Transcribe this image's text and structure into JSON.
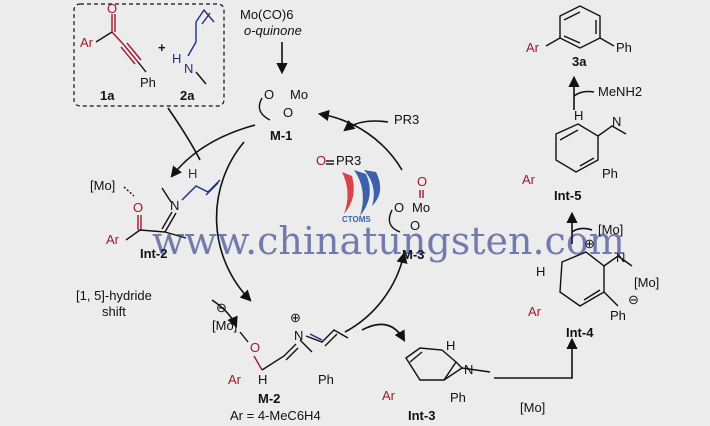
{
  "reactants": {
    "r1_ar": "Ar",
    "r1_o": "O",
    "r1_ph": "Ph",
    "plus": "+",
    "r2_h": "H",
    "r2_n": "N",
    "label_1a": "1a",
    "label_2a": "2a"
  },
  "catalyst": {
    "line1": "Mo(CO)6",
    "line2": "o-quinone"
  },
  "m1": {
    "o1": "O",
    "mo": "Mo",
    "o2": "O",
    "label": "M-1"
  },
  "pr3": "PR3",
  "opr3": {
    "o": "O",
    "pr": "PR3"
  },
  "m3": {
    "o_top": "O",
    "o": "O",
    "mo": "Mo",
    "o2": "O",
    "label": "M-3"
  },
  "int2": {
    "mo": "[Mo]",
    "o": "O",
    "n": "N",
    "h": "H",
    "ar": "Ar",
    "label": "Int-2"
  },
  "shift": {
    "line1": "[1, 5]-hydride",
    "line2": "shift"
  },
  "m2": {
    "minus": "⊖",
    "mo": "[Mo]",
    "o": "O",
    "plus": "⊕",
    "n": "N",
    "ar": "Ar",
    "h": "H",
    "ph": "Ph",
    "label": "M-2",
    "ar_def": "Ar = 4-MeC6H4"
  },
  "int3": {
    "ar": "Ar",
    "h": "H",
    "n": "N",
    "ph": "Ph",
    "label": "Int-3"
  },
  "mo_arrow": "[Mo]",
  "int4": {
    "h": "H",
    "plus": "⊕",
    "n": "N",
    "mo": "[Mo]",
    "minus": "⊖",
    "ar": "Ar",
    "ph": "Ph",
    "label": "Int-4"
  },
  "mo_loss": "[Mo]",
  "int5": {
    "h": "H",
    "n": "N",
    "ar": "Ar",
    "ph": "Ph",
    "label": "Int-5"
  },
  "menh2": "MeNH2",
  "product": {
    "ar": "Ar",
    "ph": "Ph",
    "label": "3a"
  },
  "watermark": {
    "text": "www.chinatungsten.com",
    "logo_text": "CTOMS"
  },
  "colors": {
    "red": "#a0182a",
    "blue": "#1c2f86",
    "logo_red": "#d7262b",
    "logo_blue": "#1a4ba0"
  }
}
